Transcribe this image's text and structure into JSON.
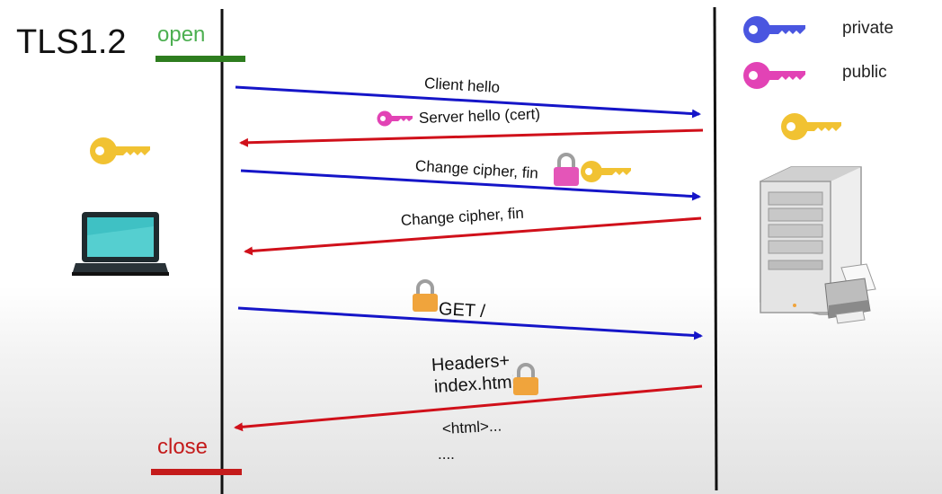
{
  "title": "TLS1.2",
  "open_label": "open",
  "close_label": "close",
  "colors": {
    "open": "#2e7d1f",
    "open_text": "#4caf50",
    "close": "#c41b1b",
    "client_arrow": "#1515c8",
    "server_arrow": "#d0101a",
    "private_key": "#4a56e0",
    "public_key": "#e243b5",
    "session_key": "#f1c232",
    "lock_pink": "#e455b8",
    "lock_orange": "#f0a43c"
  },
  "legend": {
    "private_label": "private",
    "public_label": "public",
    "private_icon": "key-icon",
    "public_icon": "key-icon"
  },
  "messages": [
    {
      "text": "Client hello",
      "direction": "client-to-server"
    },
    {
      "text": "Server hello (cert)",
      "direction": "server-to-client"
    },
    {
      "text": "Change cipher, fin",
      "direction": "client-to-server"
    },
    {
      "text": "Change cipher, fin",
      "direction": "server-to-client"
    },
    {
      "text": "GET /",
      "direction": "client-to-server"
    },
    {
      "text": "Headers+",
      "direction": "server-to-client"
    },
    {
      "text": "index.html",
      "direction": "server-to-client"
    },
    {
      "text": "<html>...",
      "direction": "server-to-client"
    },
    {
      "text": "....",
      "direction": "server-to-client"
    }
  ],
  "icons": {
    "client": "laptop-icon",
    "server": "server-tower-icon",
    "printer": "printer-icon"
  }
}
